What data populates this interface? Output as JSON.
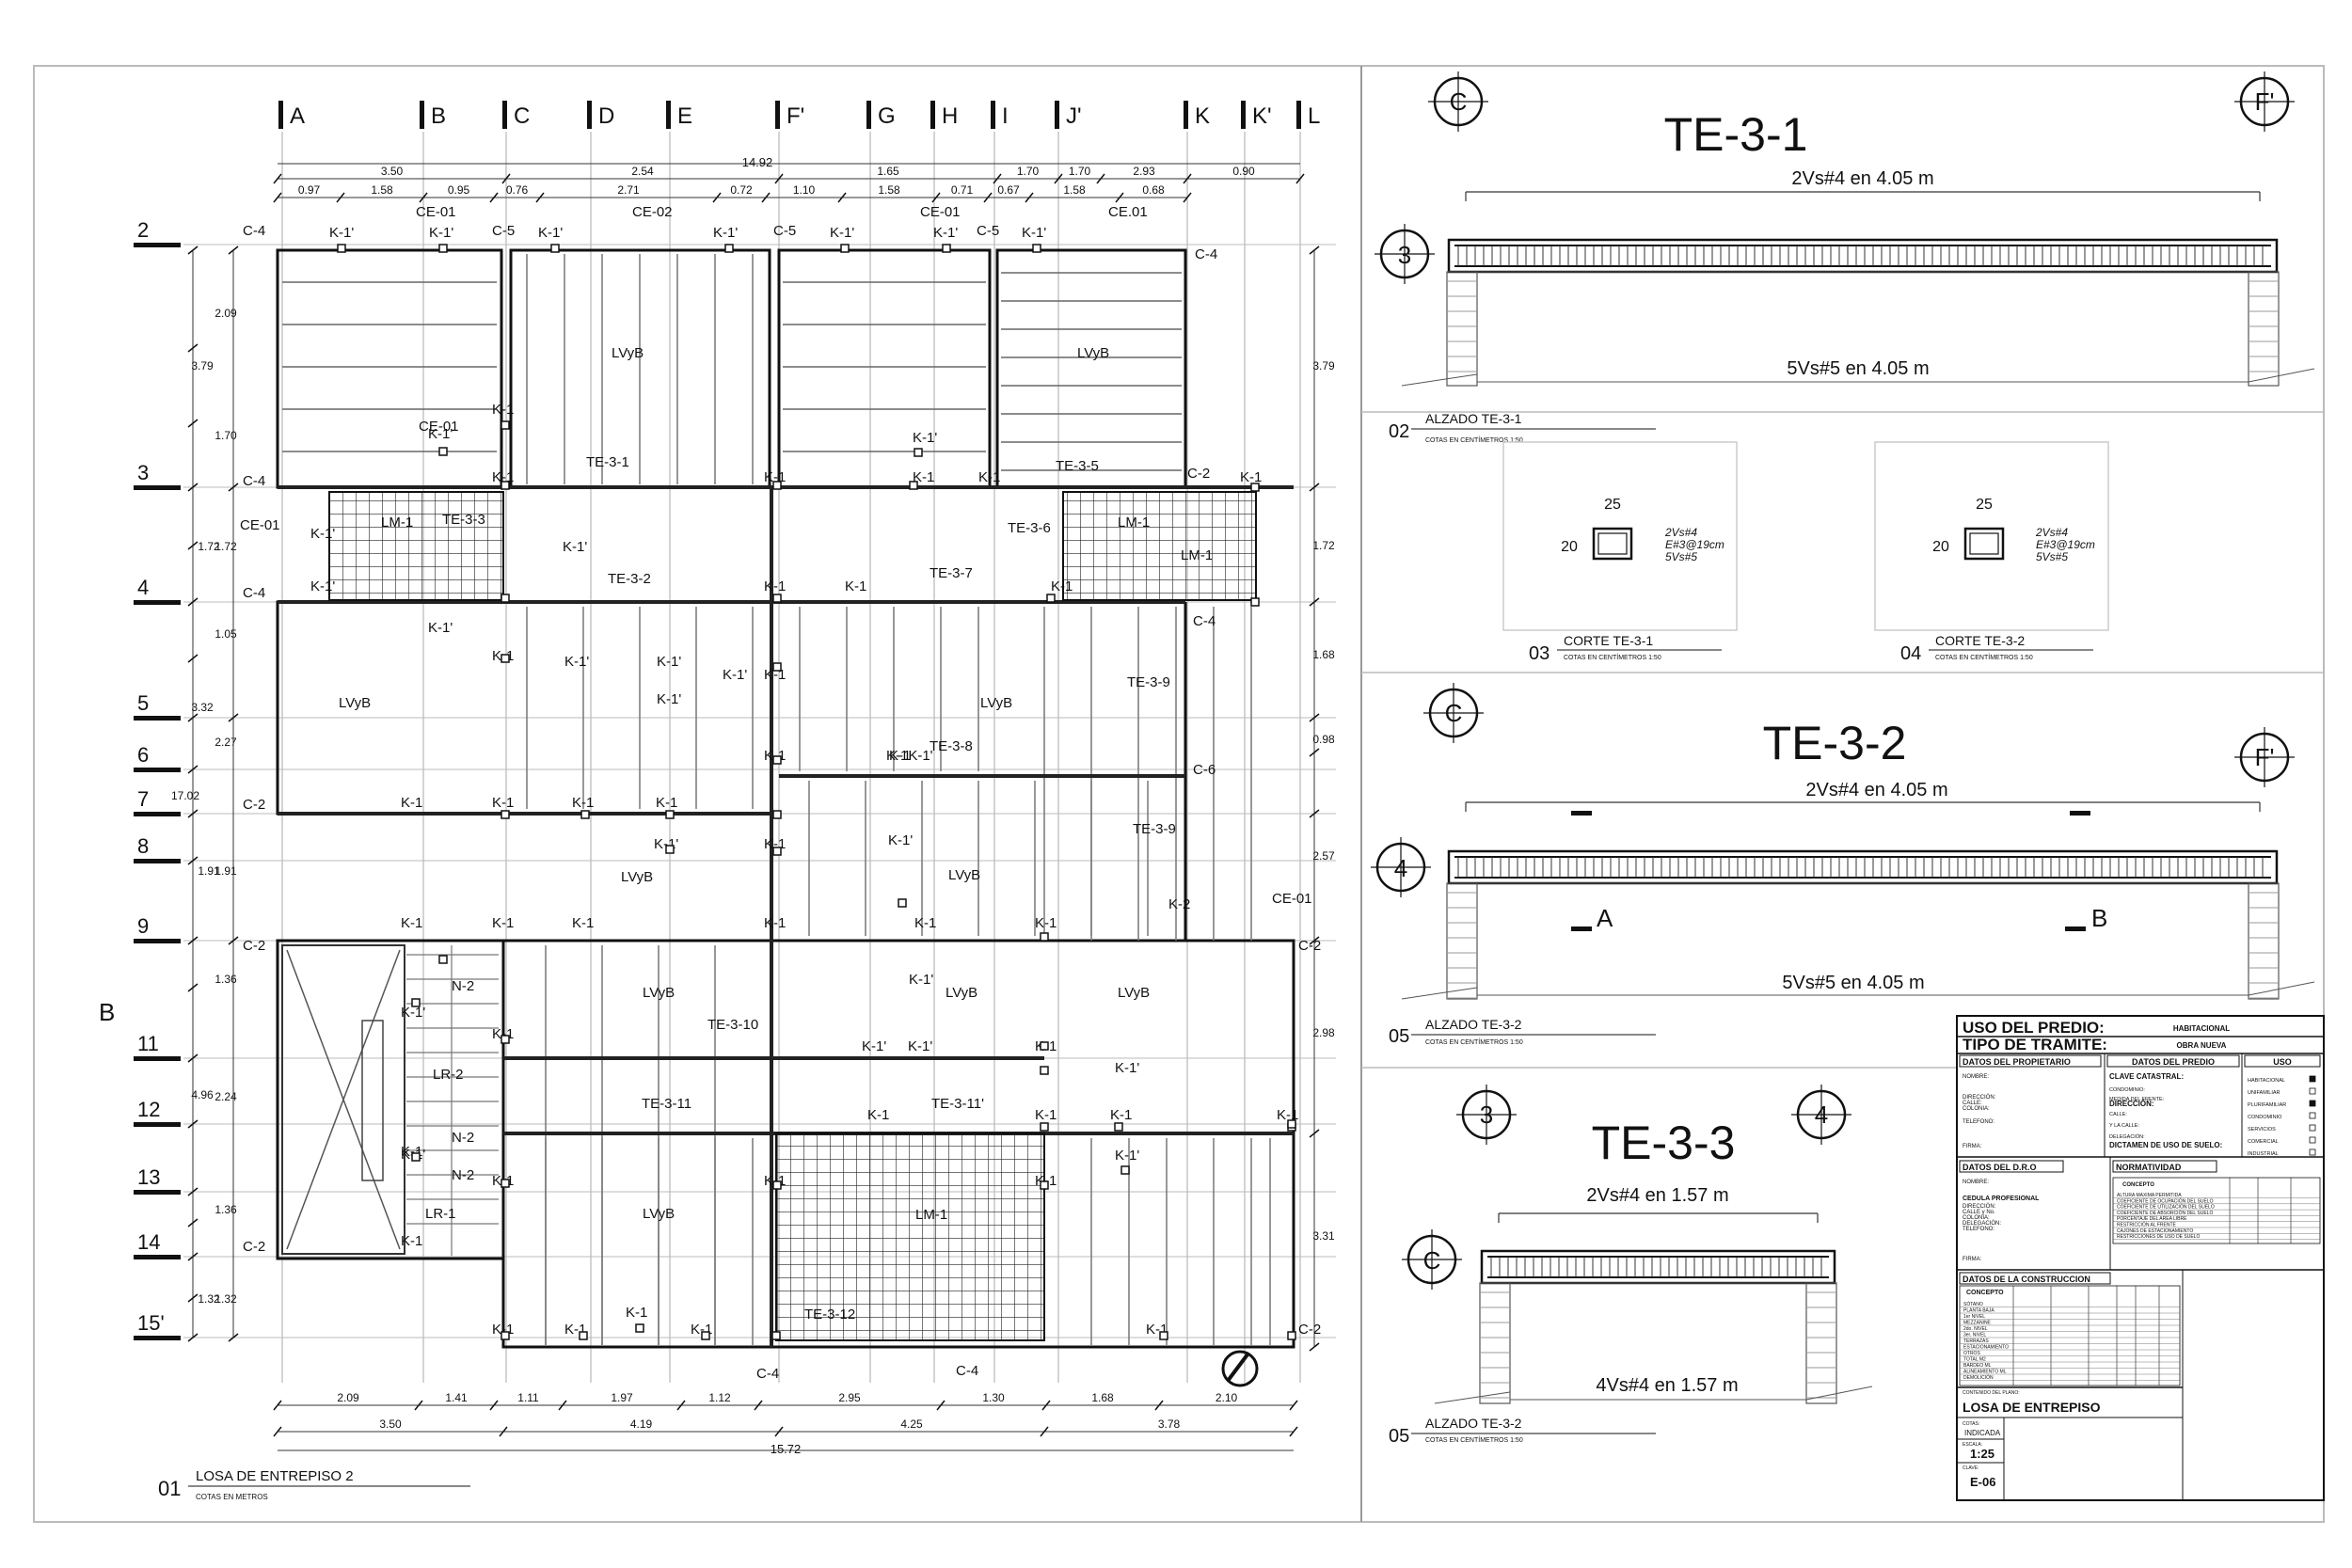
{
  "plan": {
    "grid_x": [
      "A",
      "B",
      "C",
      "D",
      "E",
      "F'",
      "G",
      "H",
      "I",
      "J'",
      "K",
      "K'",
      "L"
    ],
    "grid_y": [
      "2",
      "3",
      "4",
      "5",
      "6",
      "7",
      "8",
      "9",
      "11",
      "12",
      "13",
      "14",
      "15'"
    ],
    "stray_B": "B",
    "top_dims_total": "14.92",
    "top_dims_1": [
      "3.50",
      "2.54",
      "1.65",
      "1.70",
      "1.70",
      "2.93",
      "0.90"
    ],
    "top_dims_2": [
      "0.97",
      "1.58",
      "0.95",
      "0.76",
      "2.71",
      "0.72",
      "1.10",
      "1.58",
      "0.71",
      "0.67",
      "1.58",
      "0.68"
    ],
    "left_dims_1": [
      "2.09",
      "1.70",
      "1.72",
      "1.72",
      "1.05",
      "2.27",
      "1.91",
      "1.91",
      "1.36",
      "2.24",
      "1.36",
      "1.32",
      "1.32"
    ],
    "left_dims_2": [
      "3.79",
      "3.32",
      "17.02",
      "4.96"
    ],
    "right_dims": [
      "3.79",
      "1.72",
      "1.68",
      "0.98",
      "2.57",
      "2.98",
      "3.31"
    ],
    "bottom_dims_1": [
      "2.09",
      "1.41",
      "1.11",
      "1.97",
      "1.12",
      "2.95",
      "1.30",
      "1.68",
      "2.10"
    ],
    "bottom_dims_2": [
      "3.50",
      "4.19",
      "4.25",
      "3.78"
    ],
    "bottom_dims_total": "15.72",
    "labels": {
      "c4": "C-4",
      "c5": "C-5",
      "c2": "C-2",
      "c6": "C-6",
      "k1": "K-1",
      "k1p": "K-1'",
      "k2": "K-2",
      "k1k1": "K-1K-1'",
      "ce01": "CE-01",
      "ce02": "CE-02",
      "ce01b": "CE.01",
      "lvyb": "LVyB",
      "lm1": "LM-1",
      "n2": "N-2",
      "lr2": "LR-2",
      "lr1": "LR-1",
      "te31": "TE-3-1",
      "te32": "TE-3-2",
      "te33": "TE-3-3",
      "te35": "TE-3-5",
      "te36": "TE-3-6",
      "te37": "TE-3-7",
      "te38": "TE-3-8",
      "te39": "TE-3-9",
      "te310": "TE-3-10",
      "te311": "TE-3-11",
      "te311p": "TE-3-11'",
      "te312": "TE-3-12"
    },
    "title_num": "01",
    "title": "LOSA DE ENTREPISO 2",
    "subtitle": "COTAS EN METROS"
  },
  "elevation1": {
    "title": "TE-3-1",
    "bubble_left": "C",
    "bubble_right": "F'",
    "bubble_axis": "3",
    "top_rebar": "2Vs#4 en 4.05 m",
    "bottom_rebar": "5Vs#5  en 4.05 m",
    "caption_num": "02",
    "caption": "ALZADO  TE-3-1",
    "caption_sub": "COTAS EN CENTÍMETROS 1:50"
  },
  "section1": {
    "width": "25",
    "height": "20",
    "spec": [
      "2Vs#4",
      "E#3@19cm",
      "5Vs#5"
    ],
    "caption_num": "03",
    "caption": "CORTE  TE-3-1",
    "caption_sub": "COTAS EN CENTÍMETROS 1:50"
  },
  "section2": {
    "width": "25",
    "height": "20",
    "spec": [
      "2Vs#4",
      "E#3@19cm",
      "5Vs#5"
    ],
    "caption_num": "04",
    "caption": "CORTE  TE-3-2",
    "caption_sub": "COTAS EN CENTÍMETROS 1:50"
  },
  "elevation2": {
    "title": "TE-3-2",
    "bubble_left": "C",
    "bubble_right": "F'",
    "bubble_axis": "4",
    "top_rebar": "2Vs#4 en 4.05 m",
    "bottom_rebar": "5Vs#5  en 4.05 m",
    "cut_a": "A",
    "cut_b": "B",
    "caption_num": "05",
    "caption": "ALZADO  TE-3-2",
    "caption_sub": "COTAS EN CENTÍMETROS 1:50"
  },
  "elevation3": {
    "title": "TE-3-3",
    "bubble_left": "3",
    "bubble_right": "4",
    "bubble_axis": "C",
    "top_rebar": "2Vs#4  en 1.57 m",
    "bottom_rebar": "4Vs#4  en 1.57 m",
    "caption_num": "05",
    "caption": "ALZADO  TE-3-2",
    "caption_sub": "COTAS EN CENTÍMETROS 1:50"
  },
  "title_block": {
    "uso_label": "USO DEL PREDIO:",
    "uso_value": "HABITACIONAL",
    "tramite_label": "TIPO DE TRAMITE:",
    "tramite_value": "OBRA NUEVA",
    "propietario_header": "DATOS DEL PROPIETARIO",
    "propietario_fields": [
      "NOMBRE:",
      "DIRECCIÓN:",
      "CALLE:",
      "COLONIA:",
      "TELEFONO:",
      "FIRMA:"
    ],
    "predio_header": "DATOS DEL PREDIO",
    "predio_fields": [
      "CLAVE CATASTRAL:",
      "CONDOMINIO:",
      "MEDIDA DEL FRENTE:",
      "DIRECCIÓN:",
      "CALLE:",
      "Y LA CALLE:",
      "DELEGACIÓN:",
      "DICTAMEN DE USO DE SUELO:"
    ],
    "uso_header": "USO",
    "uso_options": [
      "HABITACIONAL",
      "UNIFAMILIAR",
      "PLURIFAMILIAR",
      "CONDOMINIO",
      "SERVICIOS",
      "COMERCIAL",
      "INDUSTRIAL"
    ],
    "dro_header": "DATOS DEL D.R.O",
    "dro_fields": [
      "NOMBRE:",
      "CEDULA PROFESIONAL",
      "DIRECCIÓN:",
      "CALLE y No.",
      "COLONIA:",
      "DELEGACIÓN:",
      "TELEFONO:",
      "FIRMA:"
    ],
    "normatividad_header": "NORMATIVIDAD",
    "normatividad_concepto": "CONCEPTO",
    "normatividad_rows": [
      "ALTURA MAXIMA PERMITIDA",
      "COEFICIENTE DE OCUPACIÓN DEL SUELO",
      "COEFICIENTE DE UTILIZACIÓN DEL SUELO",
      "COEFICIENTE DE ABSORCIÓN DEL SUELO",
      "PORCENTAJE DEL AREA LIBRE",
      "RESTRICCIÓN AL FRENTE",
      "CAJONES DE ESTACIONAMIENTO",
      "RESTRICCIONES DE USO DE SUELO"
    ],
    "construccion_header": "DATOS DE LA CONSTRUCCION",
    "construccion_concepto": "CONCEPTO",
    "construccion_rows": [
      "SÓTANO",
      "PLANTA BAJA",
      "1er NIVEL",
      "MEZZANINE",
      "2do. NIVEL",
      "3er. NIVEL",
      "TERRAZAS",
      "ESTACIONAMIENTO",
      "OTROS",
      "TOTAL M2",
      "BARDEO ML",
      "ALINEAMIENTO ML",
      "DEMOLICIÓN"
    ],
    "contenido_label": "CONTENIDO DEL PLANO:",
    "contenido_value": "LOSA DE ENTREPISO",
    "cotas_label": "COTAS:",
    "cotas_value": "INDICADA",
    "escala_label": "ESCALA:",
    "escala_value": "1:25",
    "clave_label": "CLAVE:",
    "clave_value": "E-06"
  }
}
